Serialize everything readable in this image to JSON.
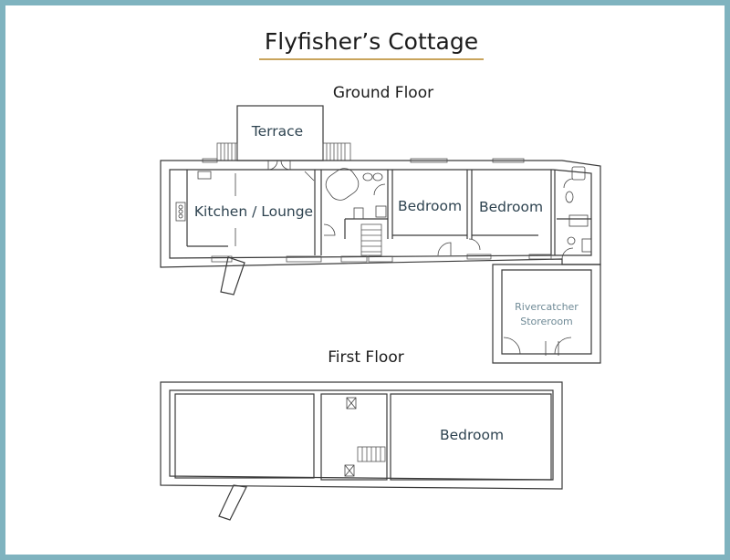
{
  "title": "Flyfisher’s Cottage",
  "colors": {
    "frame": "#7fb3bf",
    "underline": "#c9a45c",
    "label": "#2e4350",
    "store_label": "#6f8a96"
  },
  "ground_floor": {
    "label": "Ground Floor",
    "rooms": {
      "terrace": "Terrace",
      "kitchen_lounge": "Kitchen / Lounge",
      "bedroom_1": "Bedroom",
      "bedroom_2": "Bedroom",
      "storeroom_line1": "Rivercatcher",
      "storeroom_line2": "Storeroom"
    }
  },
  "first_floor": {
    "label": "First Floor",
    "rooms": {
      "bedroom": "Bedroom"
    }
  }
}
